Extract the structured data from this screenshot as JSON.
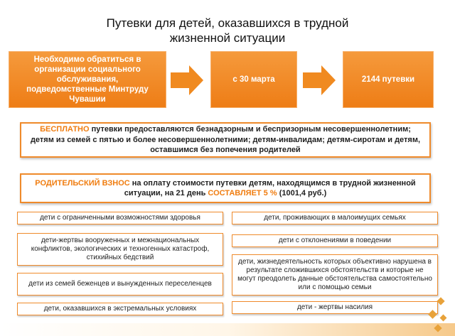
{
  "title": {
    "line1": "Путевки для детей, оказавшихся в трудной",
    "line2": "жизненной ситуации"
  },
  "flow": {
    "step1": "Необходимо обратиться в организации социального обслуживания, подведомственные Минтруду Чувашии",
    "step2": "с 30 марта",
    "step3": "2144 путевки"
  },
  "free": {
    "highlight": "БЕСПЛАТНО",
    "text": " путевки предоставляются безнадзорным и беспризорным несовершеннолетним; детям из семей с пятью и более несовершеннолетними; детям-инвалидам; детям-сиротам и детям, оставшимся без попечения родителей"
  },
  "fee": {
    "highlight1": "РОДИТЕЛЬСКИЙ ВЗНОС",
    "text1": " на оплату стоимости путевки детям, находящимся в трудной жизненной ситуации, на 21 день ",
    "highlight2": "СОСТАВЛЯЕТ 5 %",
    "text2": " (1001,4 руб.)"
  },
  "categories_left": [
    "дети с ограниченными возможностями здоровья",
    "дети-жертвы вооруженных и межнациональных конфликтов, экологических и техногенных катастроф, стихийных бедствий",
    "дети из семей беженцев и вынужденных переселенцев",
    "дети, оказавшихся в экстремальных условиях"
  ],
  "categories_right": [
    "дети, проживающих в малоимущих семьях",
    "дети с отклонениями в поведении",
    "дети, жизнедеятельность которых объективно нарушена в результате сложившихся обстоятельств и которые не могут преодолеть данные обстоятельства самостоятельно или с помощью семьи",
    "дети - жертвы насилия"
  ],
  "colors": {
    "accent": "#f07d10",
    "box_fill": "#ee7d16"
  }
}
